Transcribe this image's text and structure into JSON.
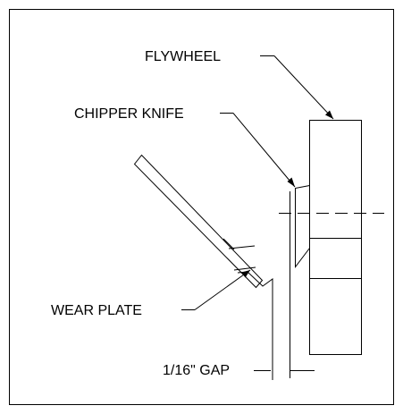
{
  "diagram": {
    "labels": {
      "flywheel": "FLYWHEEL",
      "chipper_knife": "CHIPPER KNIFE",
      "wear_plate": "WEAR PLATE",
      "gap": "1/16\" GAP"
    }
  }
}
